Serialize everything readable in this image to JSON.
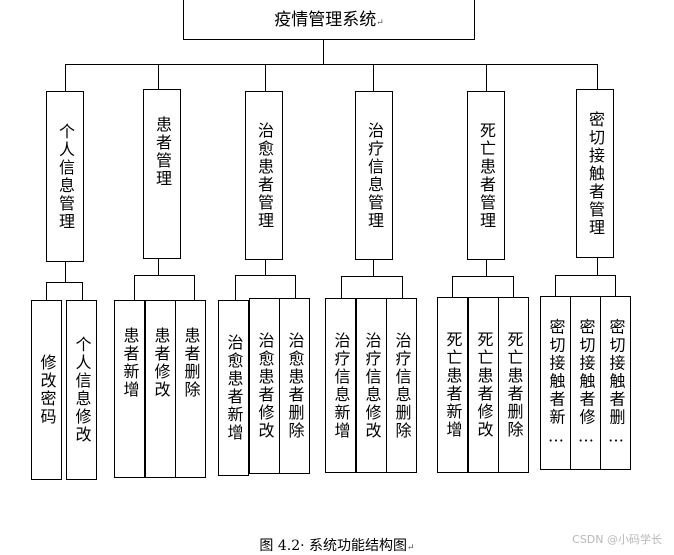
{
  "diagram": {
    "root": "疫情管理系统",
    "modules": [
      {
        "label": "个人信息管理",
        "children": [
          "修改密码",
          "个人信息修改"
        ]
      },
      {
        "label": "患者管理",
        "children": [
          "患者新增",
          "患者修改",
          "患者删除"
        ]
      },
      {
        "label": "治愈患者管理",
        "children": [
          "治愈患者新增",
          "治愈患者修改",
          "治愈患者删除"
        ]
      },
      {
        "label": "治疗信息管理",
        "children": [
          "治疗信息新增",
          "治疗信息修改",
          "治疗信息删除"
        ]
      },
      {
        "label": "死亡患者管理",
        "children": [
          "死亡患者新增",
          "死亡患者修改",
          "死亡患者删除"
        ]
      },
      {
        "label": "密切接触者管理",
        "children": [
          "密切接触者新…",
          "密切接触者修…",
          "密切接触者删…"
        ]
      }
    ],
    "caption": "图 4.2· 系统功能结构图",
    "watermark": "CSDN @小码学长"
  }
}
